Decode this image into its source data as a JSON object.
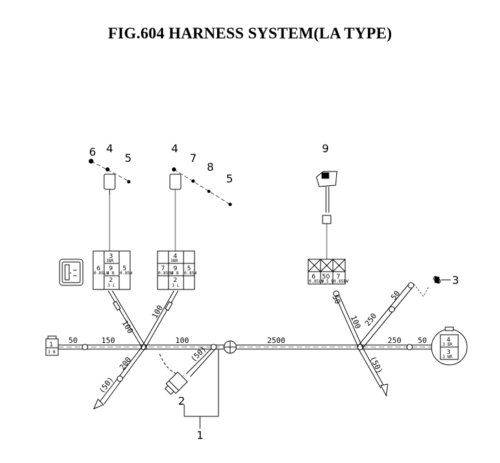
{
  "title": "FIG.604  HARNESS SYSTEM(LA TYPE)",
  "callouts": [
    "1",
    "2",
    "3",
    "4",
    "5",
    "6",
    "7",
    "8",
    "9"
  ],
  "dimensions": {
    "left_end": "50",
    "trunk_a": "150",
    "trunk_b": "100",
    "trunk_c": "2500",
    "trunk_d": "250",
    "right_end": "50",
    "branch_relay1": "100",
    "branch_relay2": "100",
    "branch_down_left": "200",
    "branch_down_left_tip": "(50)",
    "branch_sensor": "(50)",
    "branch_switch_a": "50",
    "branch_switch_b": "100",
    "branch_up_right_a": "250",
    "branch_up_right_b": "50",
    "branch_down_right": "(50)"
  },
  "connectors": {
    "left_plug": {
      "pin": "1",
      "wire": "3 B"
    },
    "relay1": {
      "top": "3",
      "top_wire": "3BR",
      "left": "6",
      "left_wire": "0.85LW",
      "mid": "9",
      "mid_wire": "3 B",
      "right": "5",
      "right_wire": "0.85W",
      "bottom": "2",
      "bottom_wire": "3 L"
    },
    "relay2": {
      "top": "4",
      "top_wire": "3BR",
      "left": "7",
      "left_wire": "0.85BW",
      "mid": "9",
      "mid_wire": "3 B",
      "right": "5",
      "right_wire": "0.85W",
      "bottom": "2",
      "bottom_wire": "3 L"
    },
    "switch": {
      "p1": "6",
      "p1_wire": "0.85LW",
      "p2": "50",
      "p2_wire": "0.5 B",
      "p3": "7",
      "p3_wire": "0.85BW"
    },
    "round": {
      "top": "4",
      "top_wire": "3 BR",
      "bottom": "3",
      "bottom_wire": "3 WR"
    }
  }
}
